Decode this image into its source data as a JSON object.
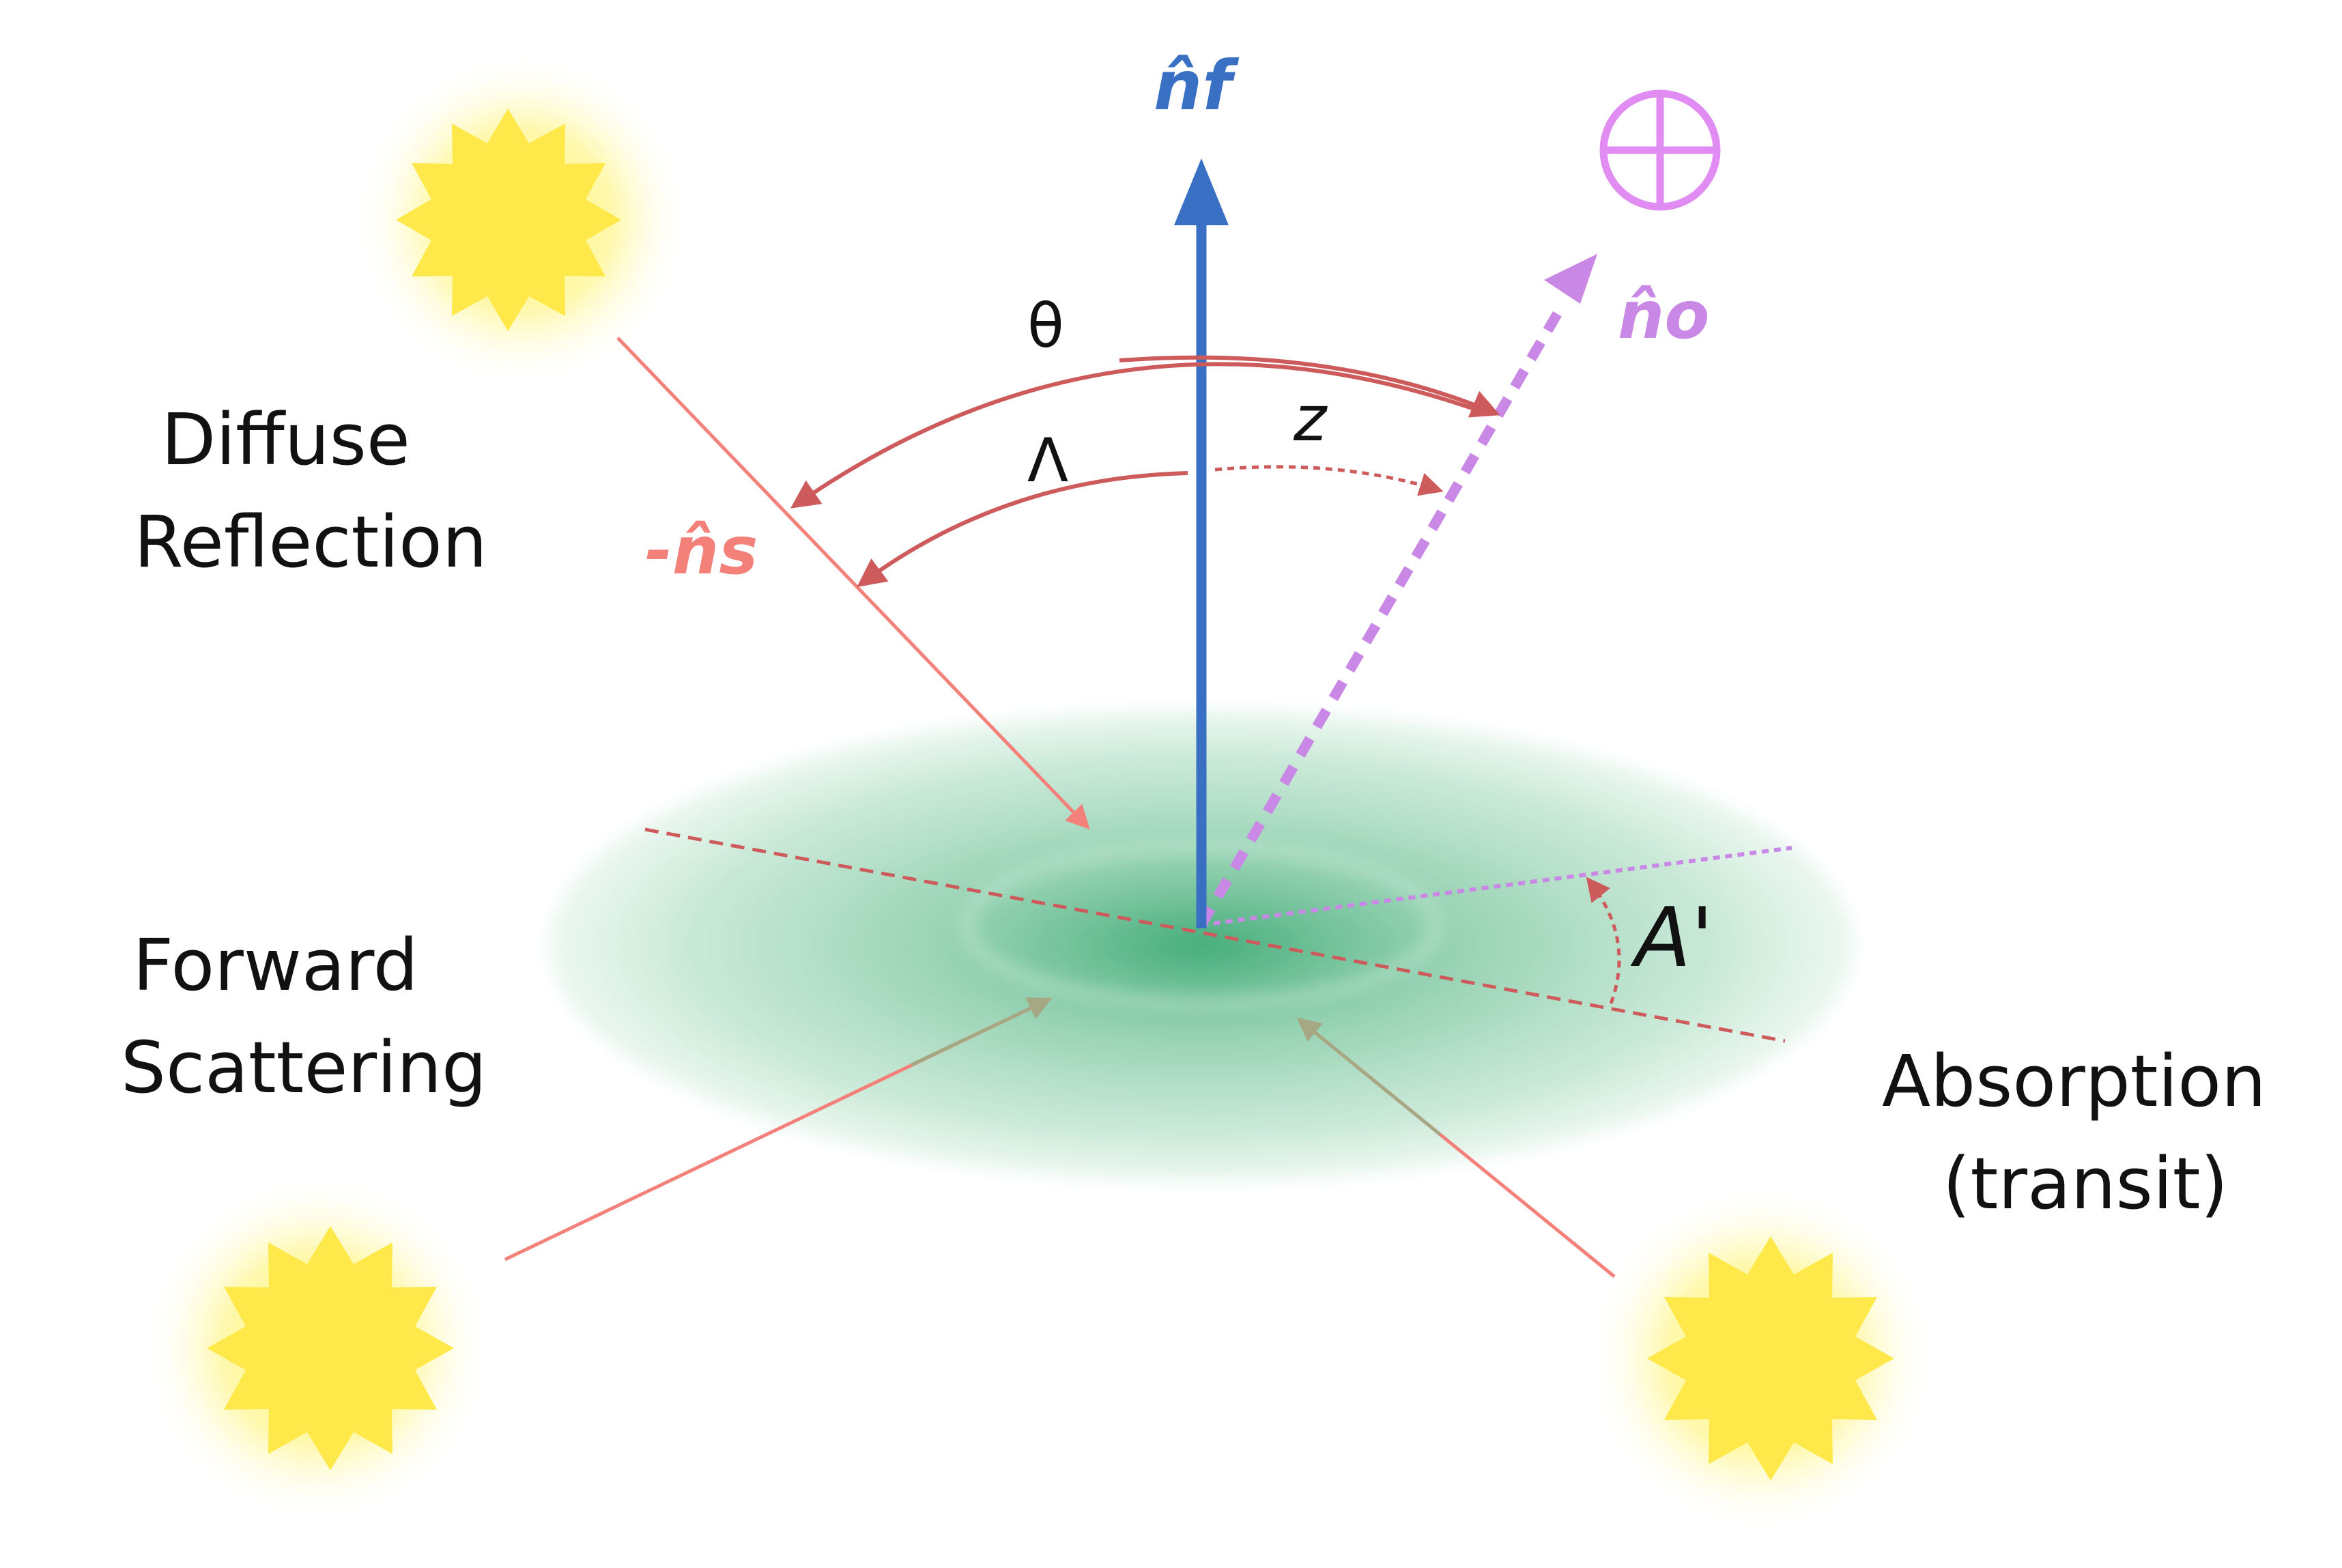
{
  "labels": {
    "diffuse_line1": "Diffuse",
    "diffuse_line2": "Reflection",
    "forward_line1": "Forward",
    "forward_line2": "Scattering",
    "absorption_line1": "Absorption",
    "absorption_line2": "(transit)"
  },
  "vectors": {
    "n_f": "n̂f",
    "n_o": "n̂o",
    "n_s": "-n̂s"
  },
  "angles": {
    "theta": "θ",
    "lambda": "Λ",
    "z": "z",
    "a_prime": "A'"
  },
  "observer_symbol": "⊕",
  "colors": {
    "n_f": "#3a70c4",
    "n_o": "#c987e6",
    "n_s": "#f4807a",
    "angle_arc": "#cd5b5b",
    "disk": "#4fb585",
    "sun": "#ffe94a"
  }
}
